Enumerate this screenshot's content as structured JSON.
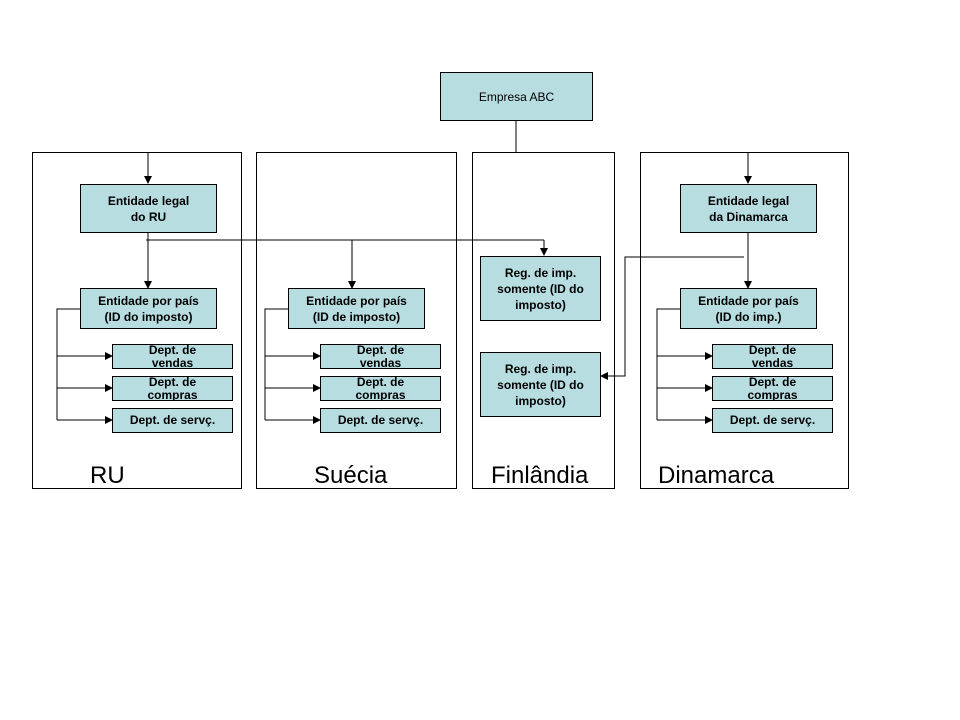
{
  "root": "Empresa ABC",
  "countries": {
    "uk": {
      "label": "RU",
      "legal_entity": "Entidade legal\ndo RU",
      "country_entity": "Entidade por país\n(ID do imposto)",
      "dept_sales": "Dept. de\nvendas",
      "dept_purchasing": "Dept. de\ncompras",
      "dept_service": "Dept. de servç."
    },
    "sweden": {
      "label": "Suécia",
      "country_entity": "Entidade por país\n(ID de imposto)",
      "dept_sales": "Dept. de\nvendas",
      "dept_purchasing": "Dept. de\ncompras",
      "dept_service": "Dept. de servç."
    },
    "finland": {
      "label": "Finlândia",
      "tax_reg_1": "Reg. de imp.\nsomente (ID do\nimposto)",
      "tax_reg_2": "Reg. de imp.\nsomente (ID do\nimposto)"
    },
    "denmark": {
      "label": "Dinamarca",
      "legal_entity": "Entidade legal\nda Dinamarca",
      "country_entity": "Entidade por país\n(ID do imp.)",
      "dept_sales": "Dept. de\nvendas",
      "dept_purchasing": "Dept. de\ncompras",
      "dept_service": "Dept. de servç."
    }
  },
  "colors": {
    "node_fill": "#b7dde1",
    "line": "#000000"
  }
}
